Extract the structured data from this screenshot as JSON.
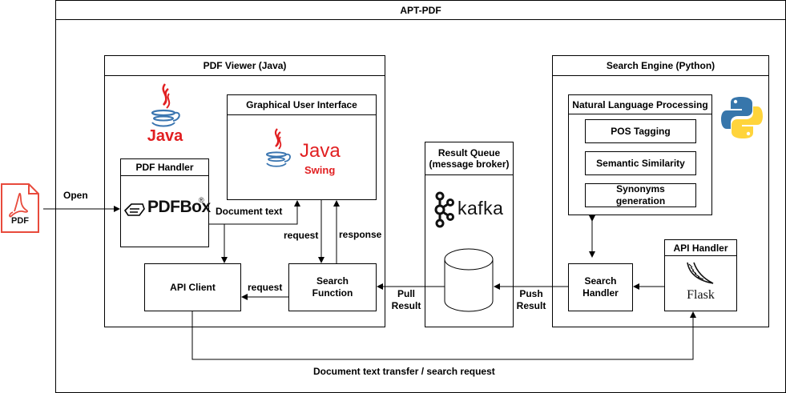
{
  "title": "APT-PDF",
  "pdf_viewer": {
    "title": "PDF Viewer (Java)",
    "java_logo_text": "Java",
    "gui": {
      "title": "Graphical User Interface",
      "logo_text": "Java",
      "logo_sub": "Swing"
    },
    "pdf_handler": {
      "title": "PDF Handler",
      "logo_text": "PDFBox",
      "logo_reg": "®"
    },
    "api_client": "API Client",
    "search_function": "Search\nFunction"
  },
  "result_queue": {
    "title": "Result Queue\n(message broker)",
    "logo_text": "kafka"
  },
  "search_engine": {
    "title": "Search Engine (Python)",
    "nlp": {
      "title": "Natural Language Processing",
      "items": [
        "POS Tagging",
        "Semantic Similarity",
        "Synonyms\ngeneration"
      ]
    },
    "search_handler": "Search\nHandler",
    "api_handler": {
      "title": "API Handler",
      "logo_text": "Flask"
    }
  },
  "pdf_file_icon": {
    "label": "PDF"
  },
  "edges": {
    "open": "Open",
    "document_text": "Document text",
    "request_down": "request",
    "response_up": "response",
    "request_left": "request",
    "pull_result": "Pull\nResult",
    "push_result": "Push\nResult",
    "bottom": "Document text transfer / search request"
  },
  "colors": {
    "java_red": "#E11F21",
    "java_blue": "#3A75B0",
    "python_blue": "#3776AB",
    "python_yellow": "#FFD43B",
    "pdf_red": "#E84A3C"
  }
}
